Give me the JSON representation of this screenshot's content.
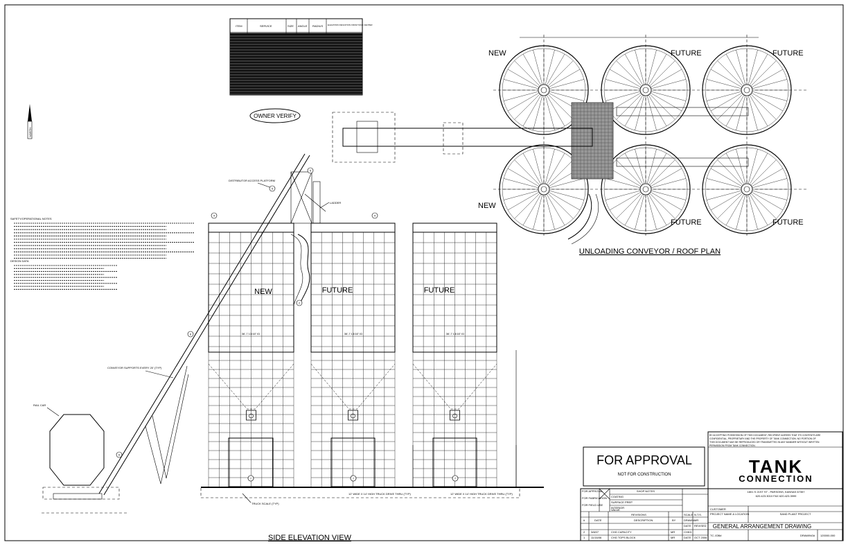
{
  "north_label": "NORTH",
  "owner_verify": "OWNER VERIFY",
  "item_table": {
    "headers": [
      "ITEM",
      "SERVICE",
      "SIZE",
      "ANGLE",
      "RADIUS",
      "ELEVATION DEVIATION FROM TANK CENTER"
    ]
  },
  "tank_labels": {
    "elevation": [
      "NEW",
      "FUTURE",
      "FUTURE"
    ],
    "plan_top": [
      "NEW",
      "FUTURE",
      "FUTURE"
    ],
    "plan_bottom": [
      "NEW",
      "FUTURE",
      "FUTURE"
    ]
  },
  "callouts": {
    "distributor_platform": "DISTRIBUTOR ACCESS PLATFORM",
    "ladder": "LADDER",
    "conveyor_supports": "CONVEYOR SUPPORTS EVERY 20' (TYP)",
    "rail_car": "RAIL CAR",
    "truck_scale": "TRUCK SCALE (TYP)",
    "truck_drive_1": "12' WIDE X 14' HIGH TRUCK DRIVE THRU (TYP)",
    "truck_drive_2": "12' WIDE X 14' HIGH TRUCK DRIVE THRU (TYP)",
    "tank_dia": "36'-7 13/16\" ID"
  },
  "view_titles": {
    "side": "SIDE ELEVATION VIEW",
    "plan": "UNLOADING CONVEYOR / ROOF PLAN"
  },
  "notes_heading": "SAFETY/OPERATIONAL NOTES",
  "design_heading": "DESIGN DATA",
  "approval": {
    "title": "FOR APPROVAL",
    "subtitle": "NOT FOR CONSTRUCTION"
  },
  "status_rows": [
    "FOR APPROVAL",
    "FOR FABRICATION",
    "FOR FIELD USE"
  ],
  "shop_notes": "SHOP NOTES",
  "shop_rows": [
    "COATING",
    "SURFACE PREP",
    "INTERIOR",
    "VALUE"
  ],
  "revisions": {
    "heading": "REVISIONS",
    "cols": [
      "#",
      "DATE",
      "DESCRIPTION",
      "BY"
    ],
    "rows": [
      {
        "no": "2",
        "date": "3/8/07",
        "desc": "CHG CAPACITY",
        "by": "MR"
      },
      {
        "no": "1",
        "date": "11/16/06",
        "desc": "CHG TOPS BLOCK",
        "by": "MR"
      }
    ]
  },
  "scale_block": {
    "scale": "SCALE",
    "scale_val": "N.T.S.",
    "drawn": "DRAWN",
    "drawn_val": "MR",
    "date": "DATE",
    "chkd": "CHKD",
    "revised": "REVISED",
    "date2": "DATE",
    "date2_val": "OCT 2006"
  },
  "company": {
    "logo_line1": "TANK",
    "logo_line2": "CONNECTION",
    "address": "1801 S 21ST ST - PARSONS, KANSAS 67357",
    "phone": "620.423.3010 FAX 620.423.3999"
  },
  "disclaimer": "BY ACCEPTING POSSESSION OF THIS DOCUMENT, RECIPIENT AGREES THAT ITS CONTENTS ARE CONFIDENTIAL, PROPRIETARY AND THE PROPERTY OF TANK CONNECTION. NO PORTION OF THIS DOCUMENT MAY BE REPRODUCED OR TRANSMITTED IN ANY MANNER WITHOUT WRITTEN PERMISSION FROM TANK CONNECTION.",
  "title_block": {
    "customer_label": "CUSTOMER",
    "project_label": "PROJECT NAME & LOCATION",
    "project_val": "SAND PLANT PROJECT",
    "drawing_title": "GENERAL ARRANGEMENT DRAWING",
    "tc_job": "TC JOB#",
    "drawing_no_label": "DRAWING#",
    "drawing_no": "120000-000"
  }
}
